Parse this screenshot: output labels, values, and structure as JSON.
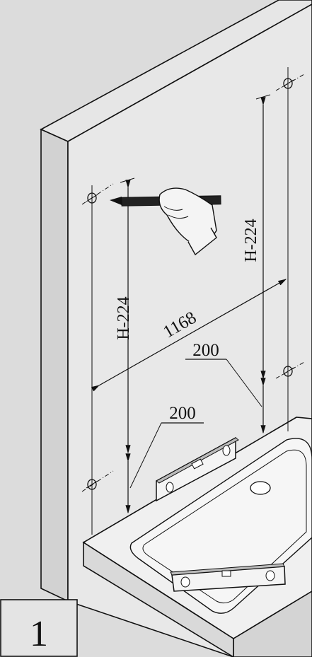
{
  "step_number": "1",
  "dimensions": {
    "left_height": "H-224",
    "right_height": "H-224",
    "width": "1168",
    "offset_upper": "200",
    "offset_lower": "200"
  },
  "colors": {
    "background": "#dcdcdc",
    "wall_face": "#e8e8e8",
    "ink": "#111111"
  }
}
